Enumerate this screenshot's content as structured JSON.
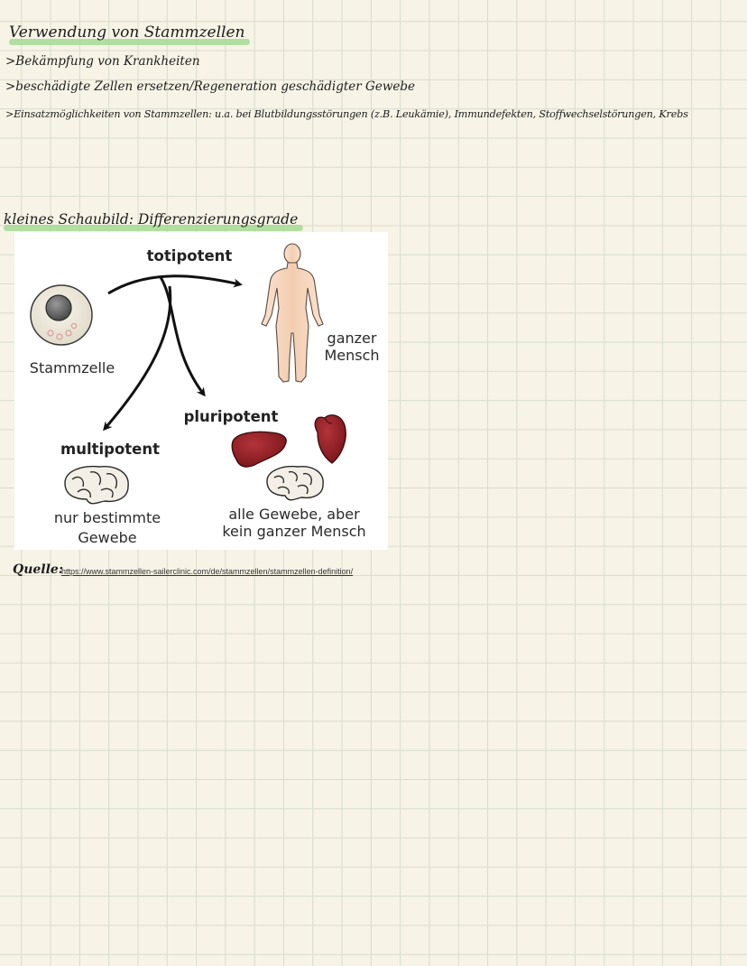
{
  "notes": {
    "heading1": "Verwendung von Stammzellen",
    "bullets": [
      ">Bekämpfung von Krankheiten",
      ">beschädigte Zellen ersetzen/Regeneration geschädigter Gewebe",
      ">Einsatzmöglichkeiten von Stammzellen: u.a. bei Blutbildungsstörungen (z.B. Leukämie), Immundefekten, Stoffwechselstörungen, Krebs"
    ],
    "heading2": "kleines Schaubild: Differenzierungsgrade"
  },
  "diagram": {
    "stem_cell_label": "Stammzelle",
    "totipotent": "totipotent",
    "whole_human_line1": "ganzer",
    "whole_human_line2": "Mensch",
    "pluripotent": "pluripotent",
    "pluripotent_desc_line1": "alle Gewebe, aber",
    "pluripotent_desc_line2": "kein ganzer Mensch",
    "multipotent": "multipotent",
    "multipotent_desc_line1": "nur bestimmte",
    "multipotent_desc_line2": "Gewebe"
  },
  "source": {
    "label": "Quelle:",
    "url": "https://www.stammzellen-sailerclinic.com/de/stammzellen/stammzellen-definition/"
  },
  "colors": {
    "paper": "#f7f3e6",
    "highlight": "#9ad88a",
    "organ": "#8c1c20",
    "skin": "#f7d9c2"
  }
}
